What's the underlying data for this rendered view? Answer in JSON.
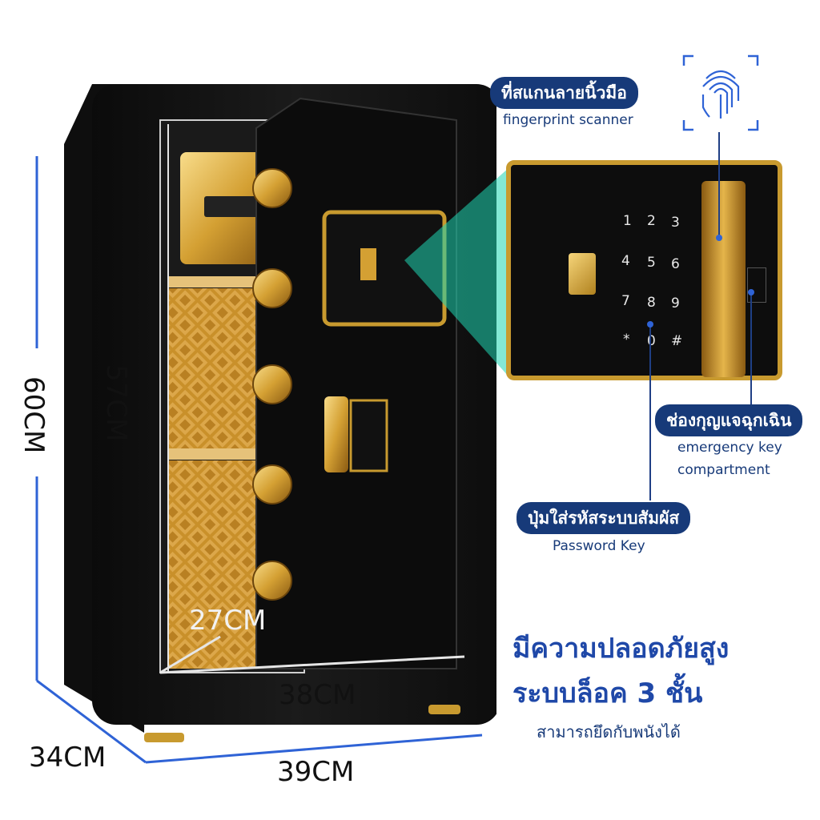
{
  "dimensions": {
    "outer_height": "60CM",
    "inner_height": "57CM",
    "inner_depth": "27CM",
    "inner_width": "38CM",
    "outer_depth": "34CM",
    "outer_width": "39CM"
  },
  "callouts": {
    "fingerprint": {
      "title": "ที่สแกนลายนิ้วมือ",
      "subtitle": "fingerprint scanner"
    },
    "emergency_key": {
      "title": "ช่องกุญแจฉุกเฉิน",
      "subtitle_line1": "emergency key",
      "subtitle_line2": "compartment"
    },
    "password_key": {
      "title": "ปุ่มใส่รหัสระบบสัมผัส",
      "subtitle": "Password  Key"
    }
  },
  "keypad": {
    "keys": [
      "1",
      "2",
      "3",
      "4",
      "5",
      "6",
      "7",
      "8",
      "9",
      "*",
      "0",
      "#"
    ]
  },
  "tagline": {
    "line1": "มีความปลอดภัยสูง",
    "line2": "ระบบล็อค 3 ชั้น",
    "line3": "สามารถยึดกับพนังได้"
  },
  "colors": {
    "accent": "#173a79",
    "gold": "#d9a62a",
    "body": "#151515",
    "dimension_line": "#2f63d6"
  }
}
